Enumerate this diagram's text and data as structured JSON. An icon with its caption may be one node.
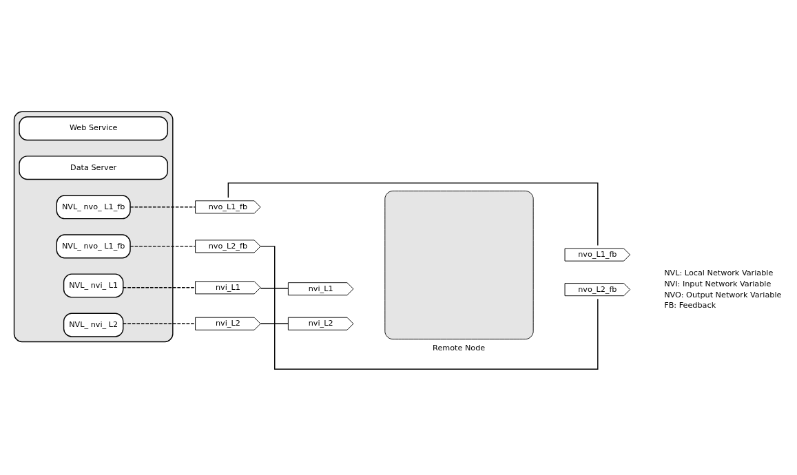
{
  "diagram": {
    "nodes": [
      {
        "text": [],
        "shape": "box"
      },
      {
        "text": [
          "Web Service"
        ],
        "in": 0
      },
      {
        "text": [
          "Data Server"
        ],
        "in": 0
      },
      {
        "text": [
          "NVL_ nvo_ L1_fb"
        ],
        "in": 0
      },
      {
        "text": [
          "NVL_ nvo_ L1_fb"
        ],
        "in": 0
      },
      {
        "text": [
          "NVL_ nvi_ L2"
        ],
        "in": 0
      },
      {
        "text": [
          "NVL_ nvi_ L1"
        ],
        "in": 0
      },
      {
        "text": [
          "nvo_L1_fb"
        ]
      },
      {
        "text": [
          "nvo_L2_fb"
        ]
      },
      {
        "text": [
          "nvi_L1"
        ]
      },
      {
        "text": [
          "nvi_L2"
        ]
      },
      {
        "text": [],
        "shape": "box",
        "beside": [
          "Remote Node"
        ]
      },
      {
        "text": [
          "nvi_L1"
        ]
      },
      {
        "text": [
          "nvi_L2"
        ]
      },
      {
        "text": [
          "nvo_L1_fb"
        ]
      },
      {
        "text": [
          "nvo_L2_fb"
        ]
      }
    ],
    "edges": [
      {
        "from": 3,
        "to": 7,
        "arrow": "none",
        "style": "dashed"
      },
      {
        "from": 4,
        "to": 8,
        "arrow": "none",
        "style": "dashed"
      },
      {
        "from": 5,
        "to": 10,
        "arrow": "none",
        "style": "dashed"
      },
      {
        "from": 6,
        "to": 9,
        "arrow": "none",
        "style": "dashed"
      },
      {
        "from": 9,
        "to": 12,
        "arrow": "none"
      },
      {
        "from": 10,
        "to": 13,
        "arrow": "none"
      },
      {
        "from": 14,
        "to": 7,
        "arrow": "none"
      },
      {
        "from": 15,
        "to": 8,
        "arrow": "none"
      }
    ],
    "labels": [
      "NVL: Local Network Variable",
      "NVI: Input Network Variable",
      "NVO: Output Network Variable",
      "FB: Feedback"
    ]
  }
}
